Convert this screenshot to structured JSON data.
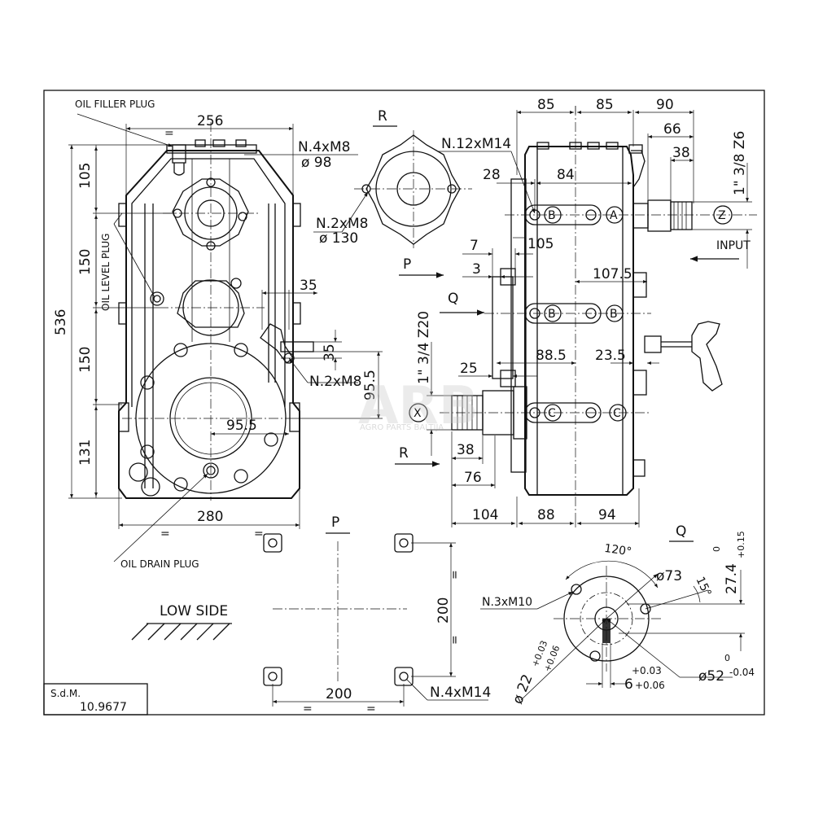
{
  "labels": {
    "oil_filler_plug": "OIL FILLER PLUG",
    "oil_level_plug": "OIL LEVEL PLUG",
    "oil_drain_plug": "OIL DRAIN PLUG",
    "low_side": "LOW SIDE",
    "input": "INPUT",
    "equal_sign": "="
  },
  "view_letters": {
    "R": "R",
    "P": "P",
    "Q": "Q"
  },
  "callouts": {
    "A": "A",
    "B": "B",
    "C": "C",
    "X": "X",
    "Z": "Z"
  },
  "notes": {
    "n4xm8": "N.4xM8",
    "phi98": "ø 98",
    "n2xm8_a": "N.2xM8",
    "phi130": "ø 130",
    "n12xm14": "N.12xM14",
    "n2xm8_b": "N.2xM8",
    "n3xm10": "N.3xM10",
    "n4xm14": "N.4xM14",
    "phi73": "ø73",
    "phi52": "ø52",
    "tol52_upper": "0",
    "tol52_lower": "-0.04",
    "dim_22": "ø 22",
    "tol22_upper": "+0.03",
    "tol22_lower": "+0.06",
    "dim_6": "6",
    "tol6_upper": "+0.03",
    "tol6_lower": "+0.06",
    "dim_27_4": "27.4",
    "tol27_upper": "+0.15",
    "tol27_lower": "0",
    "angle_120": "120°",
    "angle_15": "15°",
    "spline_input": "1\" 3/8 Z6",
    "spline_output": "1\" 3/4 Z20"
  },
  "dimensions": {
    "d256": "256",
    "d105": "105",
    "d150a": "150",
    "d150b": "150",
    "d131": "131",
    "d536": "536",
    "d280": "280",
    "d35a": "35",
    "d35b": "35",
    "d95_5a": "95.5",
    "d95_5b": "95.5",
    "d85a": "85",
    "d85b": "85",
    "d90": "90",
    "d66": "66",
    "d38a": "38",
    "d28": "28",
    "d84": "84",
    "d105b": "105",
    "d7": "7",
    "d3": "3",
    "d107_5": "107.5",
    "d88_5": "88.5",
    "d23_5": "23.5",
    "d25": "25",
    "d38b": "38",
    "d76": "76",
    "d104": "104",
    "d88": "88",
    "d94": "94",
    "d200a": "200",
    "d200b": "200"
  },
  "title_block": {
    "label": "S.d.M.",
    "number": "10.9677"
  },
  "watermark": {
    "logo": "ARB",
    "tagline": "AGRO PARTS BALTIJA"
  }
}
